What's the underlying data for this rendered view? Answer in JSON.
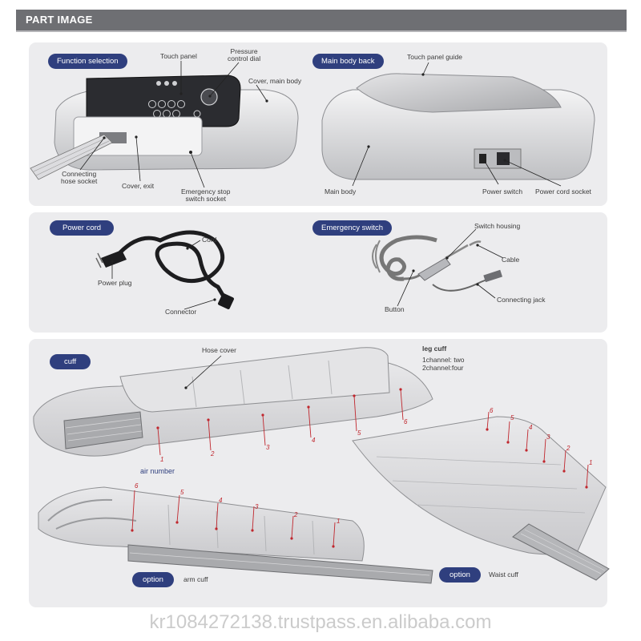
{
  "header": {
    "title": "PART IMAGE"
  },
  "sections": {
    "function_selection": {
      "tag": "Function selection",
      "labels": {
        "touch_panel": "Touch panel",
        "pressure_dial": "Pressure\ncontrol dial",
        "cover_main": "Cover, main body",
        "hose_socket": "Connecting\nhose socket",
        "cover_exit": "Cover, exit",
        "emergency_socket": "Emergency stop\nswitch socket"
      }
    },
    "main_body_back": {
      "tag": "Main body back",
      "labels": {
        "touch_panel_guide": "Touch panel guide",
        "main_body": "Main body",
        "power_switch": "Power switch",
        "power_cord_socket": "Power cord socket"
      }
    },
    "power_cord": {
      "tag": "Power cord",
      "labels": {
        "cord": "Cord",
        "power_plug": "Power plug",
        "connector": "Connector"
      }
    },
    "emergency_switch": {
      "tag": "Emergency switch",
      "labels": {
        "switch_housing": "Switch housing",
        "cable": "Cable",
        "button": "Button",
        "connecting_jack": "Connecting jack"
      }
    },
    "cuff": {
      "tag": "cuff",
      "hose_cover": "Hose cover",
      "leg_cuff_title": "leg cuff",
      "leg_cuff_line1": "1channel: two",
      "leg_cuff_line2": "2channel:four",
      "air_number": "air number",
      "leg_numbers": [
        "1",
        "2",
        "3",
        "4",
        "5",
        "6"
      ],
      "waist_numbers": [
        "6",
        "5",
        "4",
        "3",
        "2",
        "1"
      ],
      "arm_numbers": [
        "6",
        "5",
        "4",
        "3",
        "2",
        "1"
      ],
      "option_tag": "option",
      "arm_cuff": "arm cuff",
      "waist_cuff": "Waist cuff"
    }
  },
  "watermark": "kr1084272138.trustpass.en.alibaba.com",
  "colors": {
    "header": "#6e6f73",
    "pill": "#2f3f7e",
    "panel": "#ececee",
    "accent_red": "#c0262d"
  }
}
